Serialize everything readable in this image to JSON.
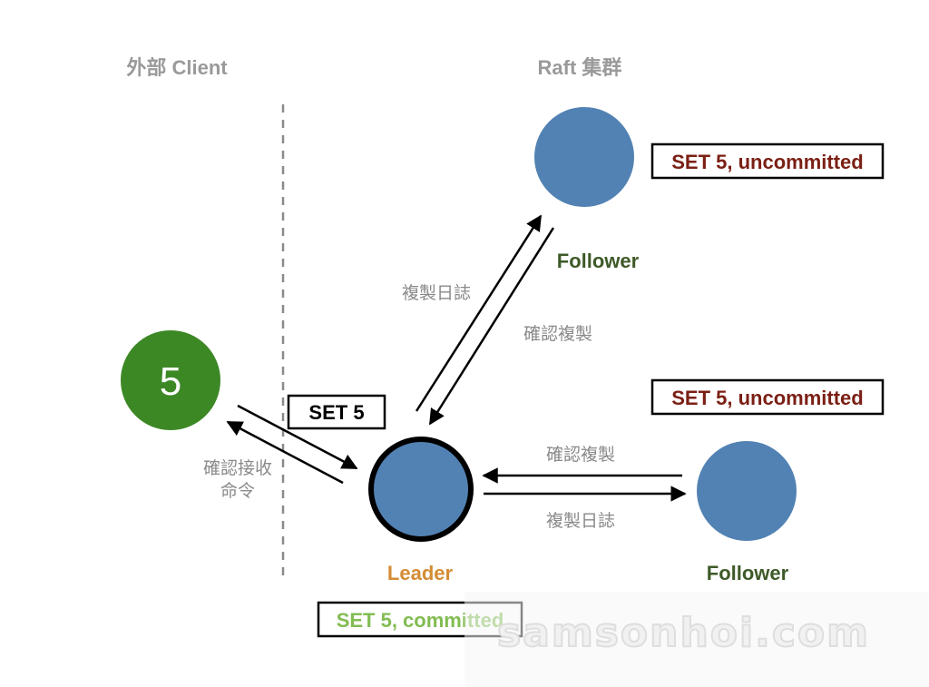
{
  "client_header": "外部 Client",
  "cluster_header": "Raft 集群",
  "client_node_value": "5",
  "leader": {
    "label": "Leader",
    "log_entry": "SET 5, committed"
  },
  "follower_top": {
    "label": "Follower",
    "log_entry": "SET 5, uncommitted"
  },
  "follower_right": {
    "label": "Follower",
    "log_entry": "SET 5, uncommitted"
  },
  "client_command": "SET 5",
  "edges": {
    "client_ack_line1": "確認接收",
    "client_ack_line2": "命令",
    "replicate_log_top": "複製日誌",
    "confirm_replication_top": "確認複製",
    "confirm_replication_right": "確認複製",
    "replicate_log_right": "複製日誌"
  },
  "watermark": "samsonhoi.com",
  "colors": {
    "node_blue": "#5282b3",
    "client_green": "#3c8825",
    "leader_label": "#d48c34",
    "follower_label": "#3e5a28",
    "uncommitted_text": "#7b1f14",
    "committed_text": "#82bc52",
    "header_grey": "#9a9a9a",
    "edge_label_grey": "#8a8a8a"
  }
}
